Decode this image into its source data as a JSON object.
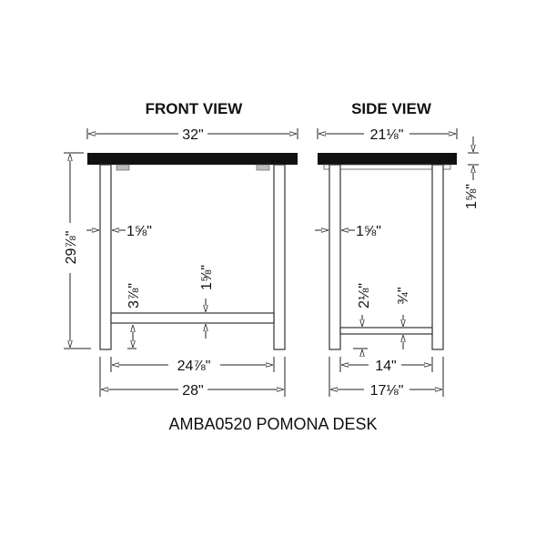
{
  "front_view": {
    "heading": "FRONT VIEW",
    "dims": {
      "top_width": "32\"",
      "height": "29⅞\"",
      "leg_width": "1⅝\"",
      "stretcher_height": "1⅝\"",
      "stretcher_clearance": "3⅞\"",
      "inner_width": "24⅞\"",
      "outer_leg_width": "28\""
    }
  },
  "side_view": {
    "heading": "SIDE VIEW",
    "dims": {
      "top_depth": "21⅛\"",
      "top_thickness": "1⅝\"",
      "leg_width": "1⅝\"",
      "stretcher_clearance": "2⅛\"",
      "stretcher_height": "¾\"",
      "inner_depth": "14\"",
      "outer_leg_depth": "17⅛\""
    }
  },
  "caption": "AMBA0520 POMONA DESK",
  "colors": {
    "top": "#111111",
    "apron": "#bdbdbd",
    "line": "#222222"
  }
}
